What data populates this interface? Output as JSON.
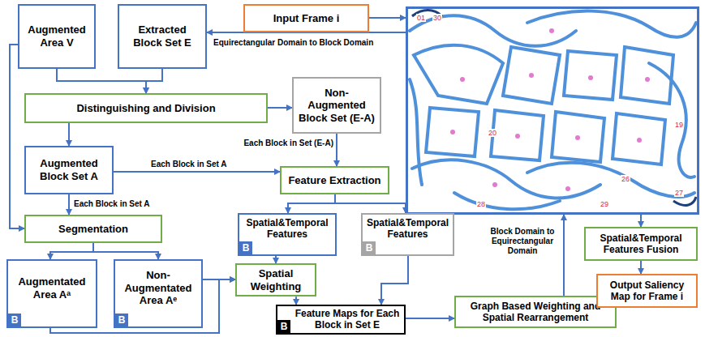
{
  "diagram": {
    "nodes": [
      {
        "text": [
          "Input Frame i"
        ]
      },
      {
        "text": [
          "01",
          "30",
          "20",
          "19",
          "26",
          "28",
          "29",
          "27"
        ]
      },
      {
        "text": [
          "Augmented Area V"
        ]
      },
      {
        "text": [
          "Extracted Block Set E"
        ]
      },
      {
        "text": [
          "Distinguishing and Division"
        ]
      },
      {
        "text": [
          "Non-Augmented Block Set (E-A)"
        ]
      },
      {
        "text": [
          "Augmented Block Set A"
        ]
      },
      {
        "text": [
          "Feature Extraction"
        ]
      },
      {
        "text": [
          "Segmentation"
        ]
      },
      {
        "text": [
          "Spatial&Temporal Features",
          "B"
        ]
      },
      {
        "text": [
          "Spatial&Temporal Features",
          "B"
        ]
      },
      {
        "text": [
          "Augmentated Area Aᵃ",
          "B"
        ]
      },
      {
        "text": [
          "Non- Augmentated Area Aᵉ",
          "B"
        ]
      },
      {
        "text": [
          "Spatial Weighting"
        ]
      },
      {
        "text": [
          "Feature Maps for Each Block in Set E",
          "B"
        ]
      },
      {
        "text": [
          "Graph Based Weighting and Spatial Rearrangement"
        ]
      },
      {
        "text": [
          "Spatial&Temporal Features Fusion"
        ]
      },
      {
        "text": [
          "Output Saliency Map for Frame i"
        ]
      }
    ],
    "edges": [
      {
        "from": 0,
        "to": 1,
        "arrow": "to"
      },
      {
        "from": 1,
        "to": 3,
        "label": "Equirectangular Domain to Block Domain",
        "arrow": "to"
      },
      {
        "from": 2,
        "to": 4,
        "arrow": "to"
      },
      {
        "from": 3,
        "to": 4,
        "arrow": "to"
      },
      {
        "from": 4,
        "to": 5,
        "arrow": "to"
      },
      {
        "from": 4,
        "to": 6,
        "arrow": "to"
      },
      {
        "from": 5,
        "to": 7,
        "label": "Each Block in Set (E-A)",
        "arrow": "to"
      },
      {
        "from": 6,
        "to": 7,
        "label": "Each Block in Set A",
        "arrow": "to"
      },
      {
        "from": 6,
        "to": 8,
        "label": "Each Block in Set A",
        "arrow": "to"
      },
      {
        "from": 2,
        "to": 8,
        "arrow": "to"
      },
      {
        "from": 7,
        "to": 9,
        "arrow": "to"
      },
      {
        "from": 7,
        "to": 10,
        "arrow": "to"
      },
      {
        "from": 8,
        "to": 11,
        "arrow": "to"
      },
      {
        "from": 8,
        "to": 12,
        "arrow": "to"
      },
      {
        "from": 9,
        "to": 13,
        "arrow": "to"
      },
      {
        "from": 11,
        "to": 13,
        "arrow": "to"
      },
      {
        "from": 12,
        "to": 13,
        "arrow": "to"
      },
      {
        "from": 13,
        "to": 14,
        "arrow": "to"
      },
      {
        "from": 10,
        "to": 14,
        "arrow": "to"
      },
      {
        "from": 14,
        "to": 15,
        "arrow": "to"
      },
      {
        "from": 15,
        "to": 1,
        "label": "Block Domain to Equirectangular Domain",
        "arrow": "to"
      },
      {
        "from": 1,
        "to": 16,
        "arrow": "to"
      },
      {
        "from": 16,
        "to": 17,
        "arrow": "to"
      }
    ]
  }
}
